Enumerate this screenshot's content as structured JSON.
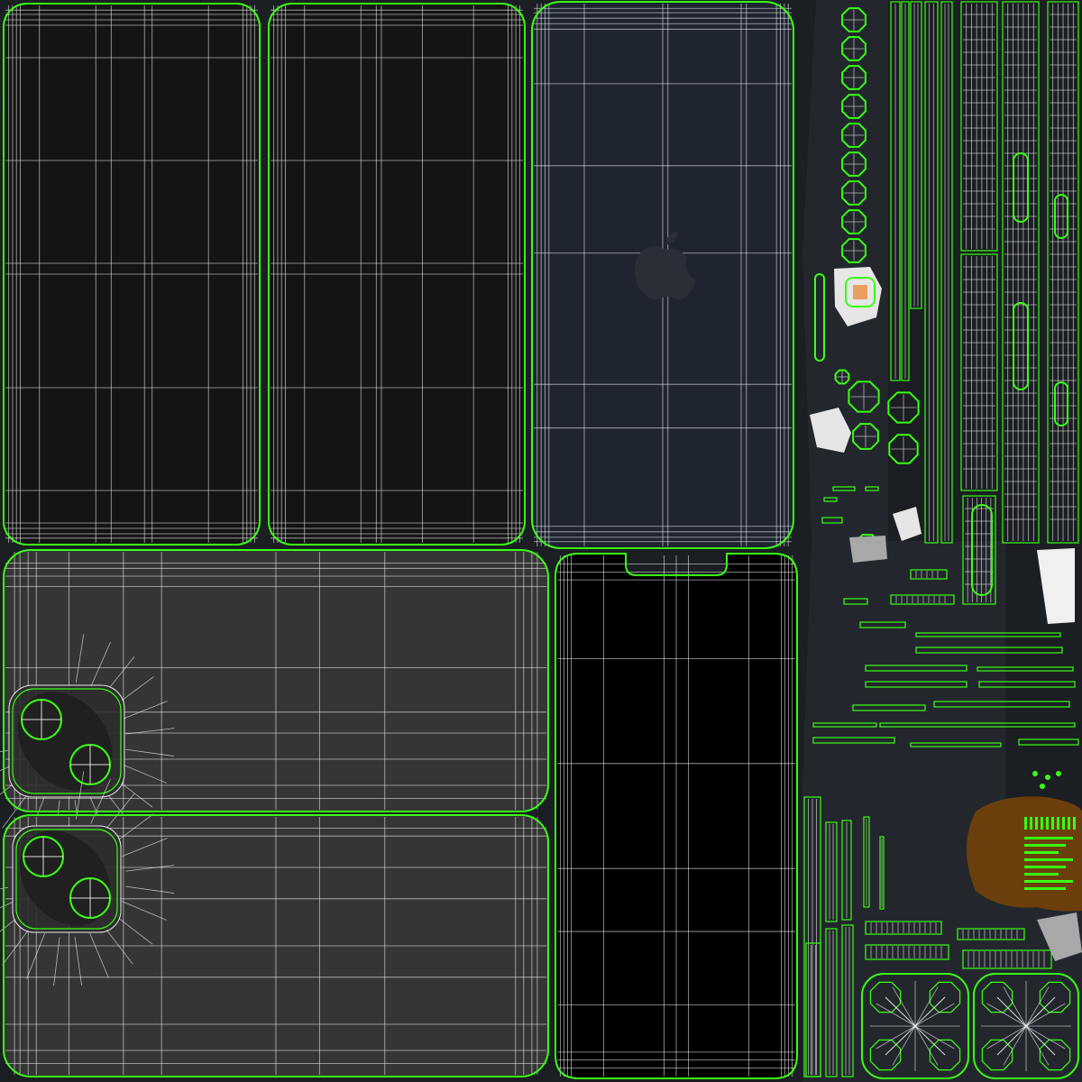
{
  "canvas": {
    "background": "#1b1e22"
  },
  "palette": {
    "edge": "#39ff14",
    "wire": "#ffffff",
    "panel_dark": "#141414",
    "panel_navy": "#1e2430",
    "panel_gray": "#353535",
    "panel_black": "#000000",
    "island_dark": "#23272d",
    "accent_orange": "#6b3f0c",
    "accent_light": "#d8d8d8"
  },
  "islands": {
    "screen_front_a": {
      "fill": "panel_dark"
    },
    "screen_front_b": {
      "fill": "panel_dark"
    },
    "back_glass": {
      "fill": "panel_navy",
      "logo": "apple-logo-icon"
    },
    "camera_back_a": {
      "fill": "panel_gray",
      "lenses": 2
    },
    "camera_back_b": {
      "fill": "panel_gray",
      "lenses": 2
    },
    "display_panel": {
      "fill": "panel_black",
      "notch": true
    },
    "small_parts": {
      "fill": "island_dark"
    },
    "logic_board": {
      "fill": "accent_orange"
    }
  }
}
